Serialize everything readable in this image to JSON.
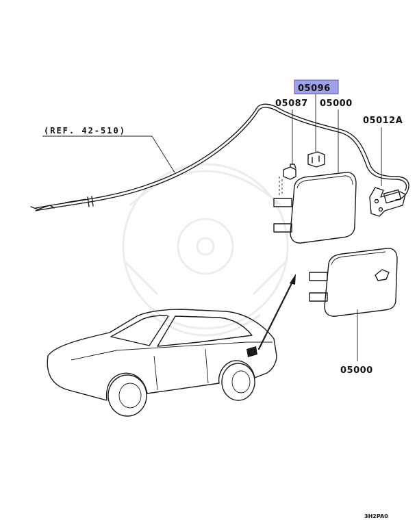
{
  "diagram": {
    "ref_label": "(REF. 42-510)",
    "highlight_color": "#9fa0e8",
    "parts": {
      "highlighted": "05096",
      "bolt": "05087",
      "lid_upper": "05000",
      "opener": "05012A",
      "lid_lower": "05000"
    },
    "figure_code": "3H2PA0"
  }
}
